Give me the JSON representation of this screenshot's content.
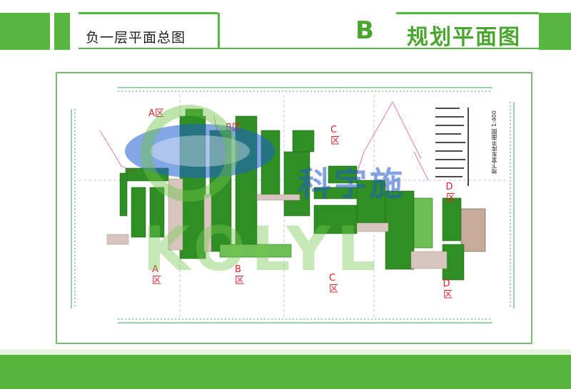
{
  "header": {
    "page_label": "负一层平面总图",
    "section_letter": "B",
    "section_title": "规划平面图"
  },
  "drawing": {
    "title": "地下室车库平面图 1:400",
    "zones": {
      "a_top": "A区",
      "b_top": "B区",
      "c_top": "C区",
      "d_top": "D区",
      "a_bottom": "A区",
      "b_bottom": "B区",
      "c_bottom": "C区",
      "d_bottom": "D区"
    }
  },
  "watermark": {
    "cn": "科宇施",
    "en": "KOLYL"
  },
  "colors": {
    "brand_green": "#57b63f",
    "title_green": "#49a62f",
    "frame_green": "#72c06c",
    "zone_red": "#e0212a",
    "parking_green": "#2f8f24",
    "watermark_blue": "#2058c8"
  }
}
